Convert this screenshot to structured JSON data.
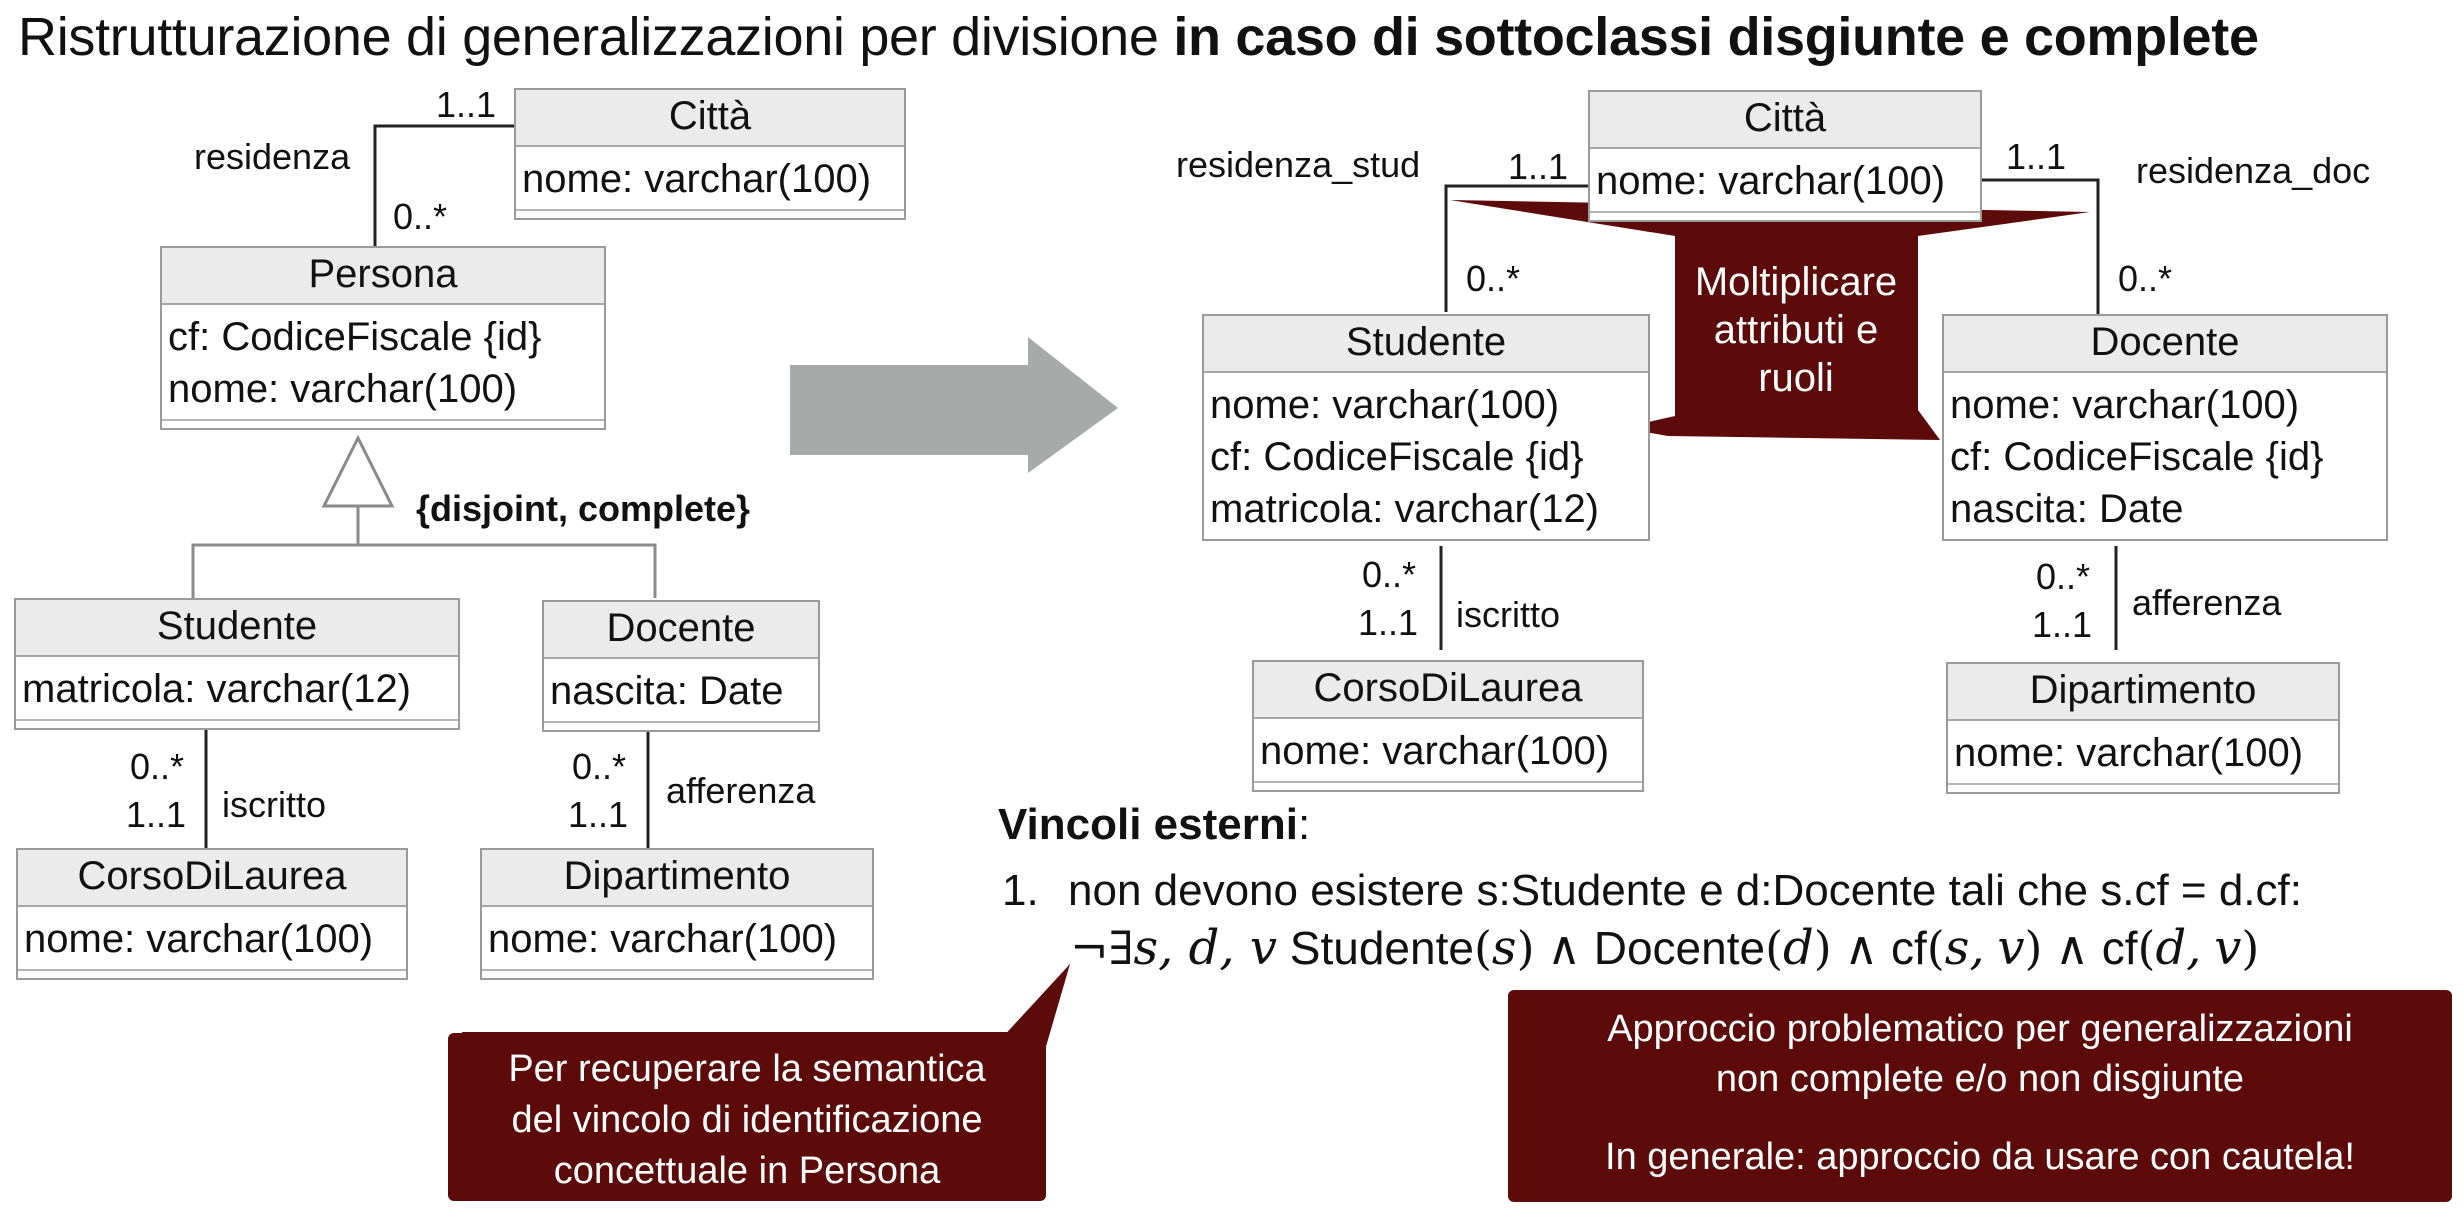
{
  "title": {
    "normal": "Ristrutturazione di generalizzazioni per divisione ",
    "bold": "in caso di sottoclassi disgiunte e complete"
  },
  "left": {
    "citta": {
      "name": "Città",
      "attrs": [
        "nome: varchar(100)"
      ]
    },
    "persona": {
      "name": "Persona",
      "attrs": [
        "cf: CodiceFiscale {id}",
        "nome: varchar(100)"
      ]
    },
    "studente": {
      "name": "Studente",
      "attrs": [
        "matricola: varchar(12)"
      ]
    },
    "docente": {
      "name": "Docente",
      "attrs": [
        "nascita: Date"
      ]
    },
    "corso": {
      "name": "CorsoDiLaurea",
      "attrs": [
        "nome: varchar(100)"
      ]
    },
    "dipartimento": {
      "name": "Dipartimento",
      "attrs": [
        "nome: varchar(100)"
      ]
    },
    "labels": {
      "residenza": "residenza",
      "res_city_mult": "1..1",
      "res_persona_mult": "0..*",
      "constraint": "{disjoint, complete}",
      "iscritto": "iscritto",
      "iscritto_top": "0..*",
      "iscritto_bottom": "1..1",
      "afferenza": "afferenza",
      "afferenza_top": "0..*",
      "afferenza_bottom": "1..1"
    }
  },
  "right": {
    "citta": {
      "name": "Città",
      "attrs": [
        "nome: varchar(100)"
      ]
    },
    "studente": {
      "name": "Studente",
      "attrs": [
        "nome: varchar(100)",
        "cf: CodiceFiscale {id}",
        "matricola: varchar(12)"
      ]
    },
    "docente": {
      "name": "Docente",
      "attrs": [
        "nome: varchar(100)",
        "cf: CodiceFiscale {id}",
        "nascita: Date"
      ]
    },
    "corso": {
      "name": "CorsoDiLaurea",
      "attrs": [
        "nome: varchar(100)"
      ]
    },
    "dipartimento": {
      "name": "Dipartimento",
      "attrs": [
        "nome: varchar(100)"
      ]
    },
    "labels": {
      "residenza_stud": "residenza_stud",
      "res_stud_city": "1..1",
      "res_stud_mult": "0..*",
      "residenza_doc": "residenza_doc",
      "res_doc_city": "1..1",
      "res_doc_mult": "0..*",
      "iscritto": "iscritto",
      "iscritto_top": "0..*",
      "iscritto_bottom": "1..1",
      "afferenza": "afferenza",
      "afferenza_top": "0..*",
      "afferenza_bottom": "1..1"
    }
  },
  "callouts": {
    "moltiplicare": [
      "Moltiplicare",
      "attributi e",
      "ruoli"
    ],
    "recuperare": [
      "Per recuperare la semantica",
      "del vincolo di identificazione",
      "concettuale in Persona"
    ],
    "approccio_1": [
      "Approccio problematico per generalizzazioni",
      "non complete e/o non disgiunte"
    ],
    "approccio_2": "In generale: approccio da usare con cautela!"
  },
  "vincoli": {
    "heading": "Vincoli esterni",
    "colon": ":",
    "number": "1.",
    "text": "non devono esistere s:Studente e d:Docente tali che s.cf = d.cf:",
    "formula": {
      "neg": "¬∃",
      "vars": "s, d, v",
      "studente": "Studente",
      "docente": "Docente",
      "cf": "cf",
      "s": "s",
      "d": "d",
      "v": "v",
      "and": "∧",
      "lp": "(",
      "rp": ")",
      "comma": ","
    }
  },
  "colors": {
    "callout": "#5c0a0a",
    "arrow": "#a8aaa9",
    "border": "#9a9a9a",
    "header": "#ebebeb"
  }
}
